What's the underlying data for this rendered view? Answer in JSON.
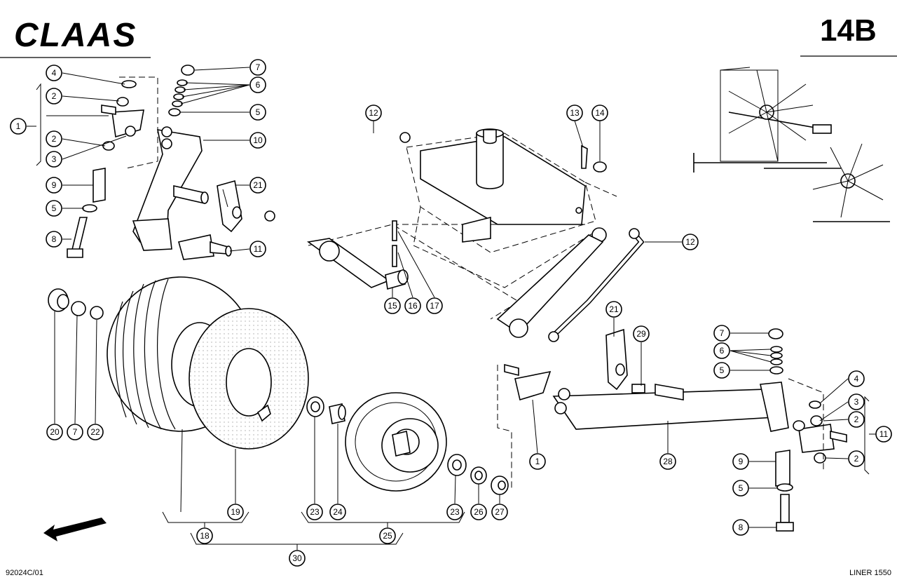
{
  "header": {
    "brand": "CLAAS",
    "page_code": "14B"
  },
  "footer": {
    "doc_number": "92024C/01",
    "model": "LINER 1550"
  },
  "callouts": [
    "1",
    "2",
    "3",
    "4",
    "5",
    "6",
    "7",
    "8",
    "9",
    "10",
    "11",
    "12",
    "13",
    "14",
    "15",
    "16",
    "17",
    "18",
    "19",
    "20",
    "21",
    "22",
    "23",
    "24",
    "25",
    "26",
    "27",
    "28",
    "29",
    "30"
  ]
}
